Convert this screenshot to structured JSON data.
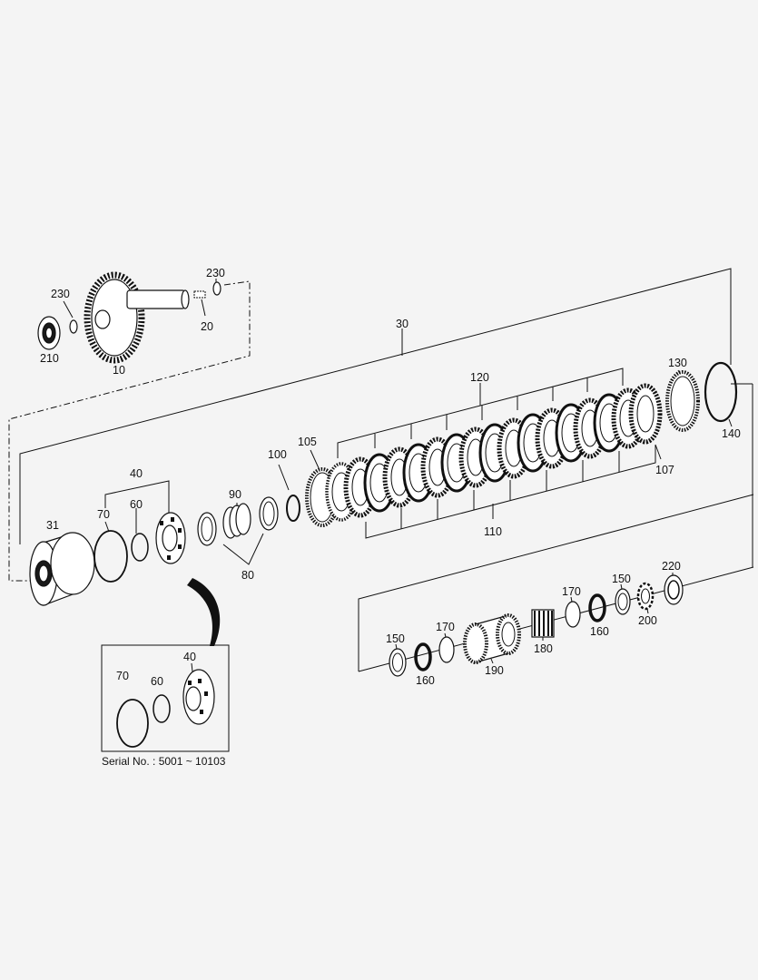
{
  "labels": {
    "p10": "10",
    "p20": "20",
    "p30": "30",
    "p31": "31",
    "p40": "40",
    "p40_inset": "40",
    "p60": "60",
    "p60_inset": "60",
    "p70": "70",
    "p70_inset": "70",
    "p80": "80",
    "p90": "90",
    "p100": "100",
    "p105": "105",
    "p107": "107",
    "p110": "110",
    "p120": "120",
    "p130": "130",
    "p140": "140",
    "p150a": "150",
    "p150b": "150",
    "p160a": "160",
    "p160b": "160",
    "p170a": "170",
    "p170b": "170",
    "p180": "180",
    "p190": "190",
    "p200": "200",
    "p210": "210",
    "p220": "220",
    "p230a": "230",
    "p230b": "230"
  },
  "inset": {
    "caption": "Serial No. : 5001 ~ 10103"
  }
}
